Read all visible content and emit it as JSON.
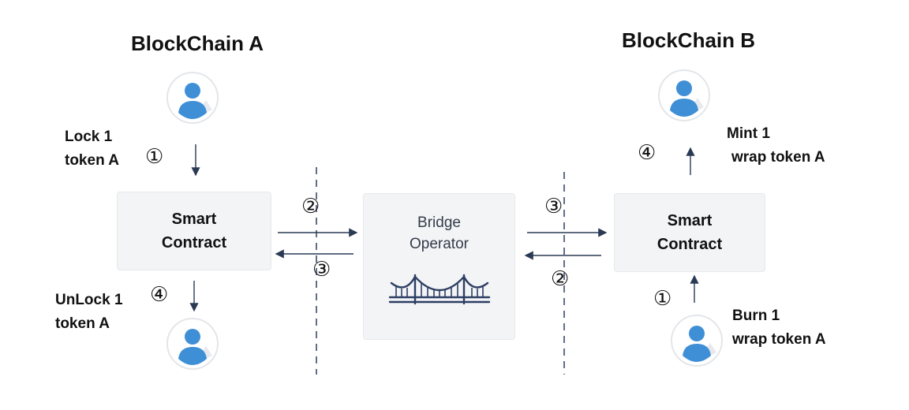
{
  "chains": {
    "a": {
      "title": "BlockChain A",
      "lock_label": [
        "Lock 1",
        "token A"
      ],
      "unlock_label": [
        "UnLock 1",
        "token A"
      ],
      "contract": [
        "Smart",
        "Contract"
      ]
    },
    "b": {
      "title": "BlockChain B",
      "mint_label": [
        "Mint 1",
        "wrap token A"
      ],
      "burn_label": [
        "Burn 1",
        "wrap token A"
      ],
      "contract": [
        "Smart",
        "Contract"
      ]
    }
  },
  "bridge": {
    "label": [
      "Bridge",
      "Operator"
    ],
    "icon": "bridge-icon"
  },
  "steps": {
    "one": "①",
    "two": "②",
    "three": "③",
    "four": "④"
  },
  "icons": {
    "user": "user-avatar-icon"
  },
  "colors": {
    "avatar_blue": "#3f8fd6",
    "avatar_ring": "#e3e6ea",
    "box_fill": "#f3f4f6",
    "arrow": "#2a3a55",
    "divider": "#3a4a6a",
    "bridge_icon": "#2c3e63"
  }
}
